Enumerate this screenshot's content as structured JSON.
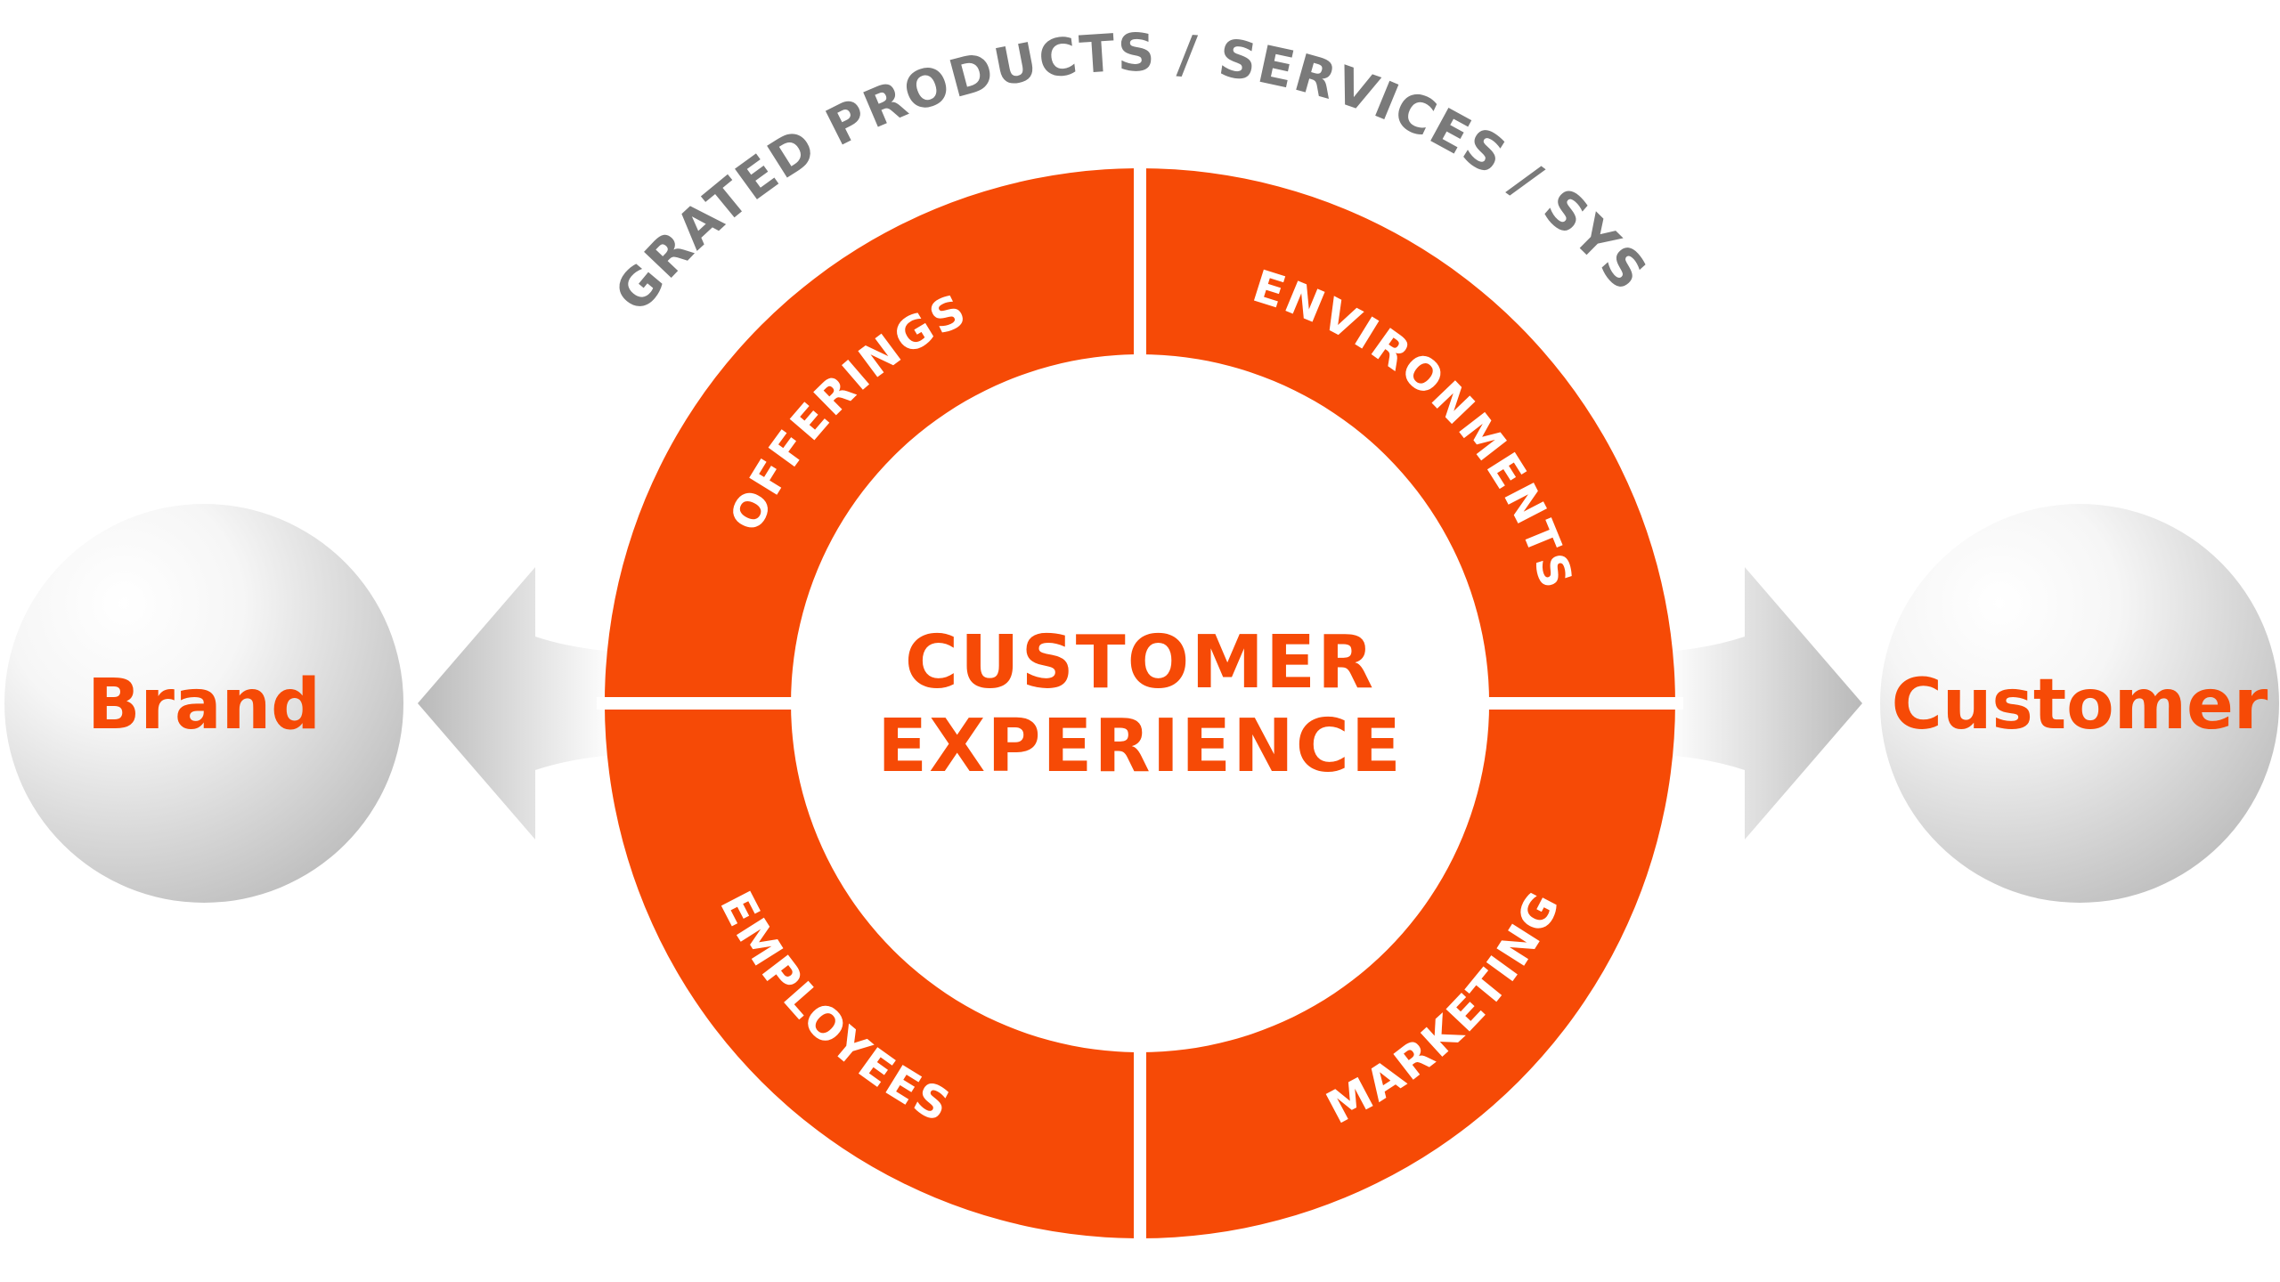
{
  "title": "INTEGRATED PRODUCTS / SERVICES / SYSTEMS",
  "center": {
    "line1": "CUSTOMER",
    "line2": "EXPERIENCE"
  },
  "segments": {
    "top_left": "OFFERINGS",
    "top_right": "ENVIRONMENTS",
    "bottom_left": "EMPLOYEES",
    "bottom_right": "MARKETING"
  },
  "left_node": "Brand",
  "right_node": "Customer",
  "colors": {
    "accent": "#F64A06",
    "title_gray": "#7A7A7A",
    "node_gray": "#C4C4C4"
  }
}
